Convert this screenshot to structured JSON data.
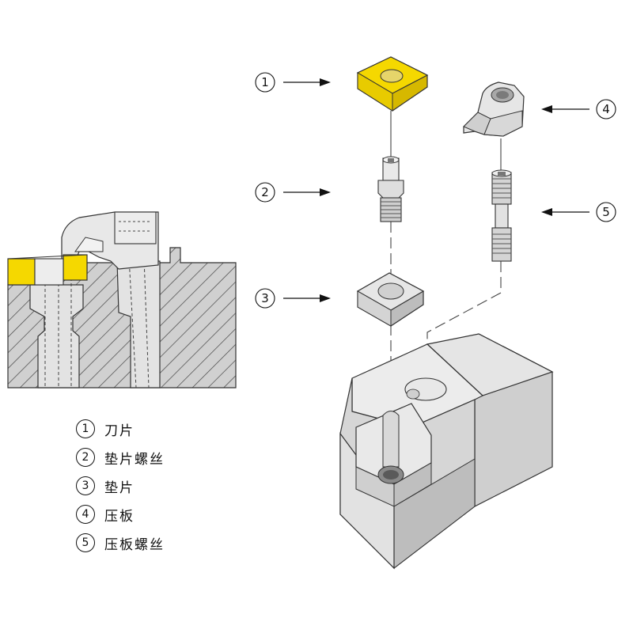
{
  "callouts": [
    {
      "num": "1",
      "part": "刀片"
    },
    {
      "num": "2",
      "part": "垫片螺丝"
    },
    {
      "num": "3",
      "part": "垫片"
    },
    {
      "num": "4",
      "part": "压板"
    },
    {
      "num": "5",
      "part": "压板螺丝"
    }
  ],
  "colors": {
    "insert_yellow": "#f5d800",
    "part_light": "#e6e6e6",
    "part_mid": "#cfcfcf",
    "part_dark": "#a9a9a9",
    "outline": "#333333"
  }
}
